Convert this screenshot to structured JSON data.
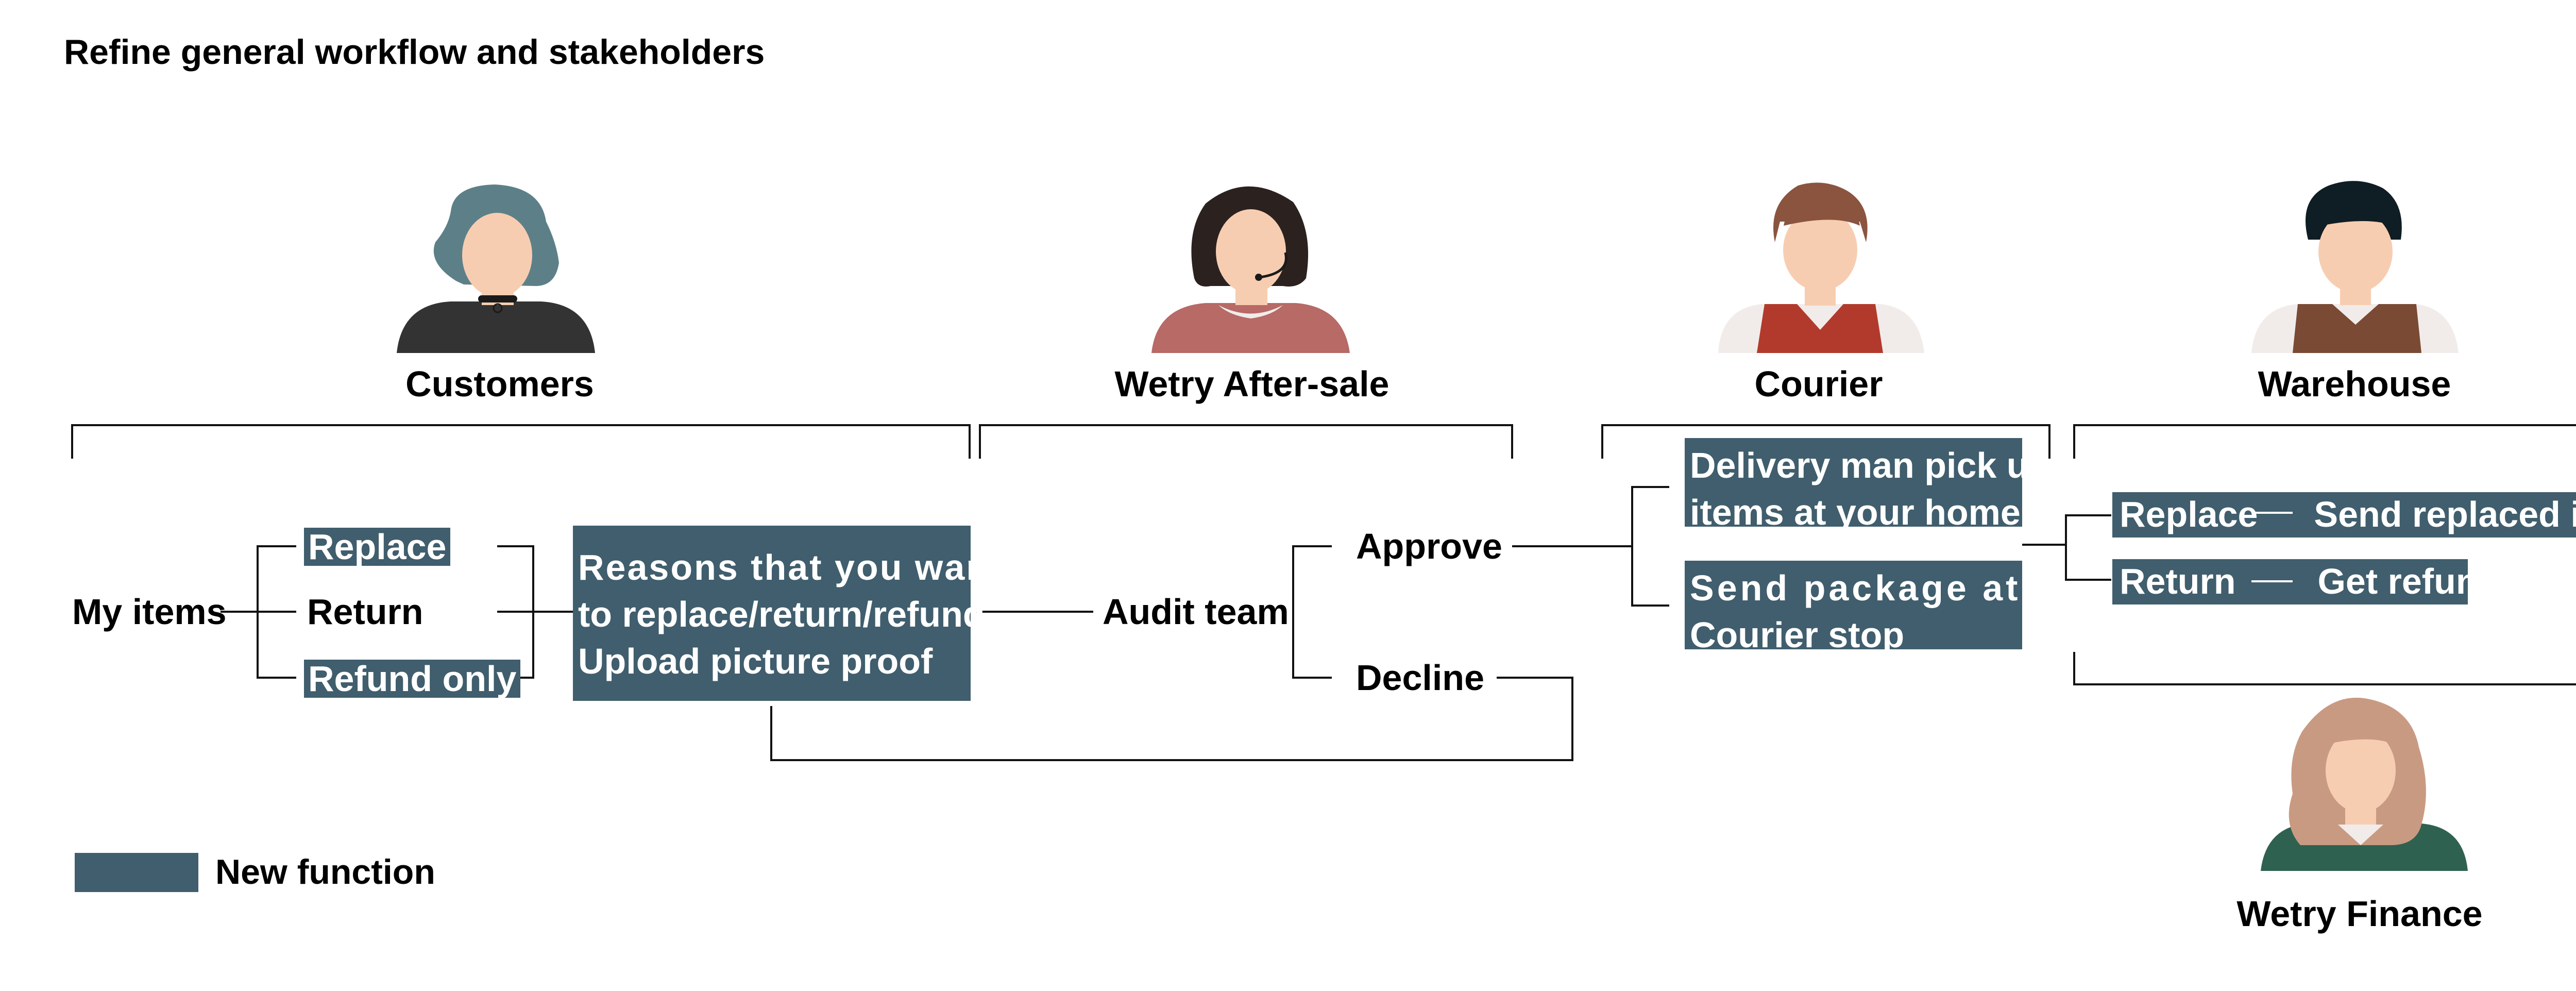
{
  "title": "Refine general workflow and stakeholders",
  "stakeholders": {
    "customers": "Customers",
    "after_sale": "Wetry After-sale",
    "courier": "Courier",
    "warehouse": "Warehouse",
    "finance": "Wetry Finance"
  },
  "customer_flow": {
    "my_items": "My items",
    "replace": "Replace",
    "return": "Return",
    "refund_only": "Refund only",
    "reasons_line1": "Reasons that you want",
    "reasons_line2": "to replace/return/refund",
    "reasons_line3": "Upload picture proof"
  },
  "audit": {
    "audit_team": "Audit team",
    "approve": "Approve",
    "decline": "Decline"
  },
  "courier_flow": {
    "pickup_line1": "Delivery man pick up",
    "pickup_line2": "items at your home",
    "stop_line1": "Send package at",
    "stop_line2": "Courier stop"
  },
  "warehouse_flow": {
    "replace": "Replace",
    "send_replaced": "Send replaced item",
    "return": "Return",
    "get_refund": "Get refund"
  },
  "legend": {
    "new_function": "New function"
  },
  "colors": {
    "new_function": "#405e6d",
    "customer_hair": "#5d8088",
    "customer_shirt": "#333333",
    "after_sale_hair": "#2b2220",
    "after_sale_shirt": "#b76a66",
    "courier_hair": "#8a543e",
    "courier_vest": "#b23a2c",
    "warehouse_hair": "#0f1d24",
    "warehouse_vest": "#7a4a34",
    "finance_hair": "#c99a82",
    "finance_shirt": "#2f6150",
    "skin": "#f7cdb1"
  }
}
